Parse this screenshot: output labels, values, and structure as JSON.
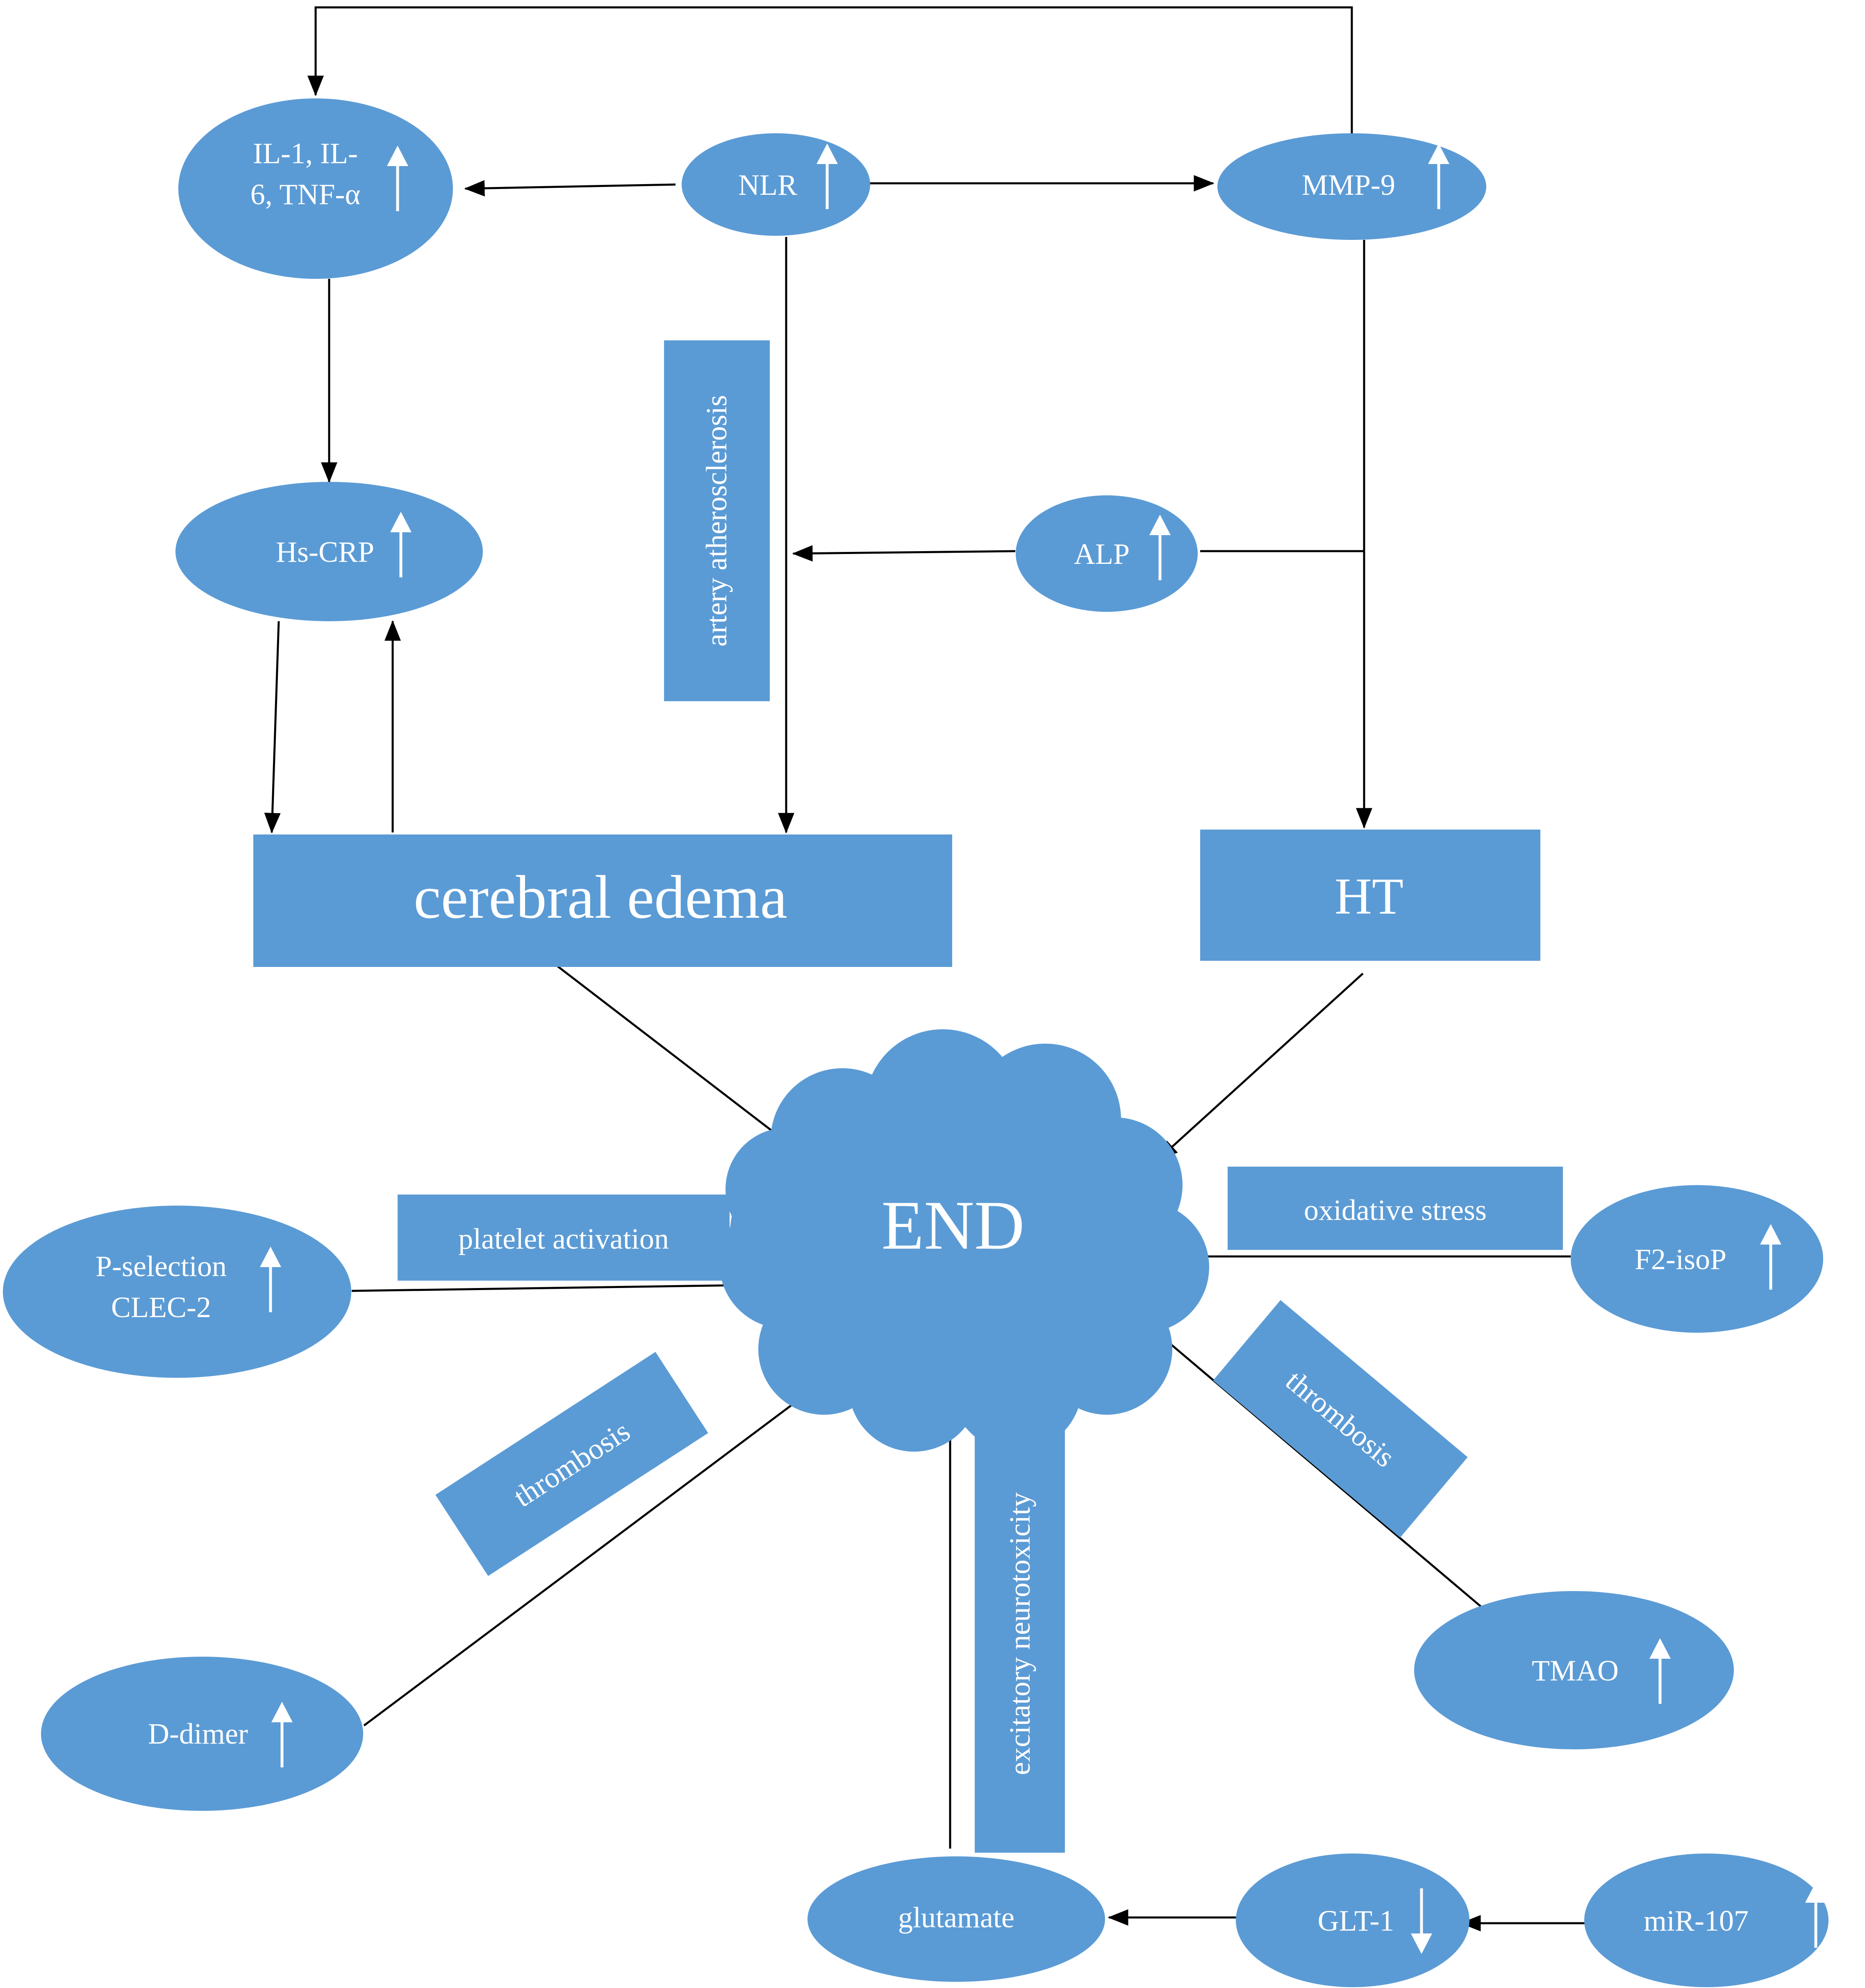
{
  "nodes": {
    "cytokines": {
      "line1": "IL-1,  IL-",
      "line2": "6, TNF-α",
      "trend": "up"
    },
    "nlr": {
      "label": "NLR",
      "trend": "up"
    },
    "mmp9": {
      "label": "MMP-9",
      "trend": "up"
    },
    "hscrp": {
      "label": "Hs-CRP",
      "trend": "up"
    },
    "alp": {
      "label": "ALP",
      "trend": "up"
    },
    "artery": {
      "label": "artery atherosclerosis"
    },
    "edema": {
      "label": "cerebral edema"
    },
    "ht": {
      "label": "HT"
    },
    "end": {
      "label": "END"
    },
    "platelet": {
      "label": "platelet activation"
    },
    "oxidative": {
      "label": "oxidative  stress"
    },
    "pselection": {
      "line1": "P-selection",
      "line2": "CLEC-2",
      "trend": "up"
    },
    "f2isop": {
      "label": "F2-isoP",
      "trend": "up"
    },
    "thrombosis_left": {
      "label": "thrombosis"
    },
    "thrombosis_right": {
      "label": "thrombosis"
    },
    "excitatory": {
      "label": "excitatory  neurotoxicity"
    },
    "ddimer": {
      "label": "D-dimer",
      "trend": "up"
    },
    "tmao": {
      "label": "TMAO",
      "trend": "up"
    },
    "glutamate": {
      "label": "glutamate"
    },
    "glt1": {
      "label": "GLT-1",
      "trend": "down"
    },
    "mir107": {
      "label": "miR-107",
      "trend": "up"
    }
  },
  "colors": {
    "shape_fill": "#5b9bd5",
    "text": "#ffffff",
    "connector": "#000000"
  }
}
